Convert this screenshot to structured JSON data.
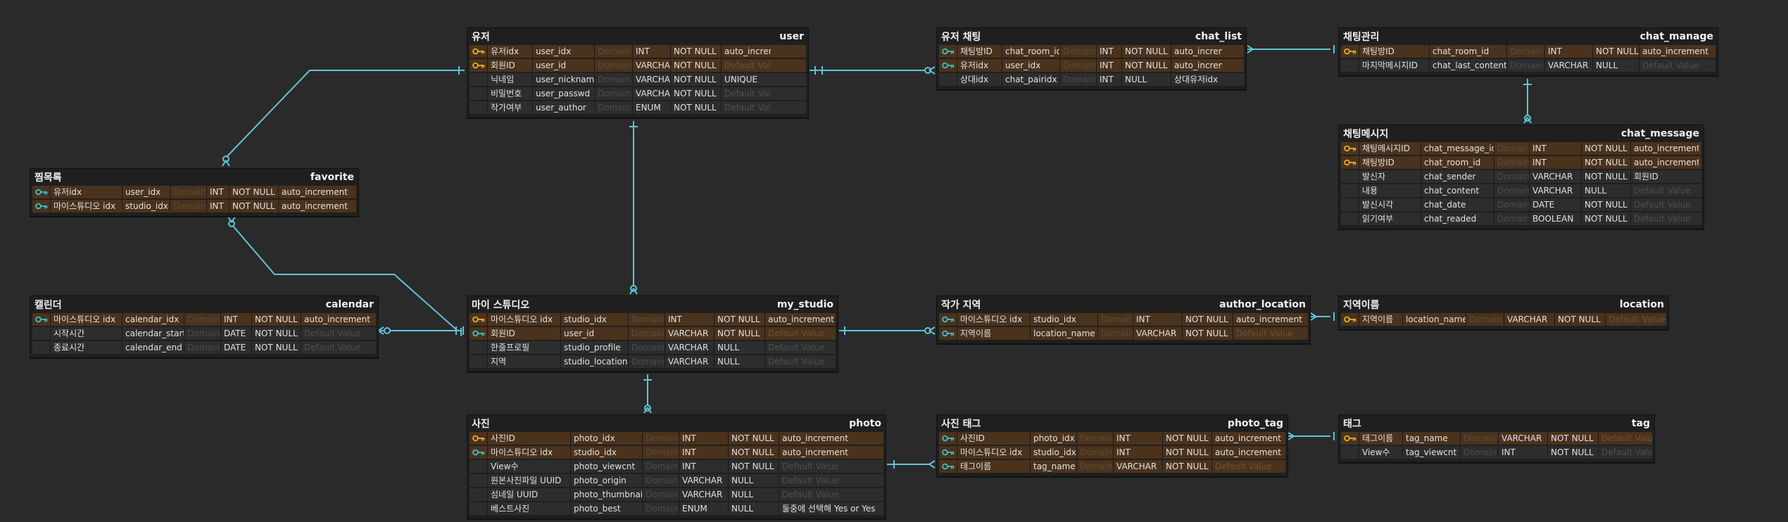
{
  "colors": {
    "background": "#2a2a2a",
    "table_background": "#1f1f1f",
    "key_row": "#4a321d",
    "plain_row": "#2d2d2d",
    "relation_line": "#5fc5d6",
    "primary_key_icon": "#e8b02a",
    "foreign_key_icon": "#3fc1c9"
  },
  "tables": [
    {
      "logical": "유저",
      "physical": "user",
      "columns": [
        {
          "logical": "유저idx",
          "physical": "user_idx",
          "domain": "Domain",
          "type": "INT",
          "nullable": "NOT NULL",
          "default": "auto_increment",
          "key": "pk",
          "icon": "gold-key-icon"
        },
        {
          "logical": "회원ID",
          "physical": "user_id",
          "domain": "Domain",
          "type": "VARCHAR",
          "nullable": "NOT NULL",
          "default": "Default Value",
          "key": "pk",
          "icon": "gold-key-icon"
        },
        {
          "logical": "닉네임",
          "physical": "user_nickname",
          "domain": "Domain",
          "type": "VARCHAR",
          "nullable": "NOT NULL",
          "default": "UNIQUE",
          "key": "",
          "icon": ""
        },
        {
          "logical": "비밀번호",
          "physical": "user_passwd",
          "domain": "Domain",
          "type": "VARCHAR",
          "nullable": "NOT NULL",
          "default": "Default Value",
          "key": "",
          "icon": ""
        },
        {
          "logical": "작가여부",
          "physical": "user_author",
          "domain": "Domain",
          "type": "ENUM",
          "nullable": "NOT NULL",
          "default": "Default Value",
          "key": "",
          "icon": ""
        }
      ]
    },
    {
      "logical": "유저 채팅",
      "physical": "chat_list",
      "columns": [
        {
          "logical": "채팅방ID",
          "physical": "chat_room_id",
          "domain": "Domain",
          "type": "INT",
          "nullable": "NOT NULL",
          "default": "auto_increment",
          "key": "pk",
          "icon": "teal-key-icon"
        },
        {
          "logical": "유저idx",
          "physical": "user_idx",
          "domain": "Domain",
          "type": "INT",
          "nullable": "NOT NULL",
          "default": "auto_increment",
          "key": "pk",
          "icon": "teal-key-icon"
        },
        {
          "logical": "상대idx",
          "physical": "chat_pairidx",
          "domain": "Domain",
          "type": "INT",
          "nullable": "NULL",
          "default": "상대유저idx",
          "key": "",
          "icon": ""
        }
      ]
    },
    {
      "logical": "채팅관리",
      "physical": "chat_manage",
      "columns": [
        {
          "logical": "채팅방ID",
          "physical": "chat_room_id",
          "domain": "Domain",
          "type": "INT",
          "nullable": "NOT NULL",
          "default": "auto_increment",
          "key": "pk",
          "icon": "gold-key-icon"
        },
        {
          "logical": "마지막메시지ID",
          "physical": "chat_last_content",
          "domain": "Domain",
          "type": "VARCHAR",
          "nullable": "NULL",
          "default": "Default Value",
          "key": "",
          "icon": ""
        }
      ]
    },
    {
      "logical": "채팅메시지",
      "physical": "chat_message",
      "columns": [
        {
          "logical": "채팅메시지ID",
          "physical": "chat_message_id",
          "domain": "Domain",
          "type": "INT",
          "nullable": "NOT NULL",
          "default": "auto_increment",
          "key": "pk",
          "icon": "gold-key-icon"
        },
        {
          "logical": "채팅방ID",
          "physical": "chat_room_id",
          "domain": "Domain",
          "type": "INT",
          "nullable": "NOT NULL",
          "default": "auto_increment",
          "key": "pk",
          "icon": "gold-key-icon"
        },
        {
          "logical": "발신자",
          "physical": "chat_sender",
          "domain": "Domain",
          "type": "VARCHAR",
          "nullable": "NOT NULL",
          "default": "회원ID",
          "key": "",
          "icon": ""
        },
        {
          "logical": "내용",
          "physical": "chat_content",
          "domain": "Domain",
          "type": "VARCHAR",
          "nullable": "NULL",
          "default": "Default Value",
          "key": "",
          "icon": ""
        },
        {
          "logical": "발신시각",
          "physical": "chat_date",
          "domain": "Domain",
          "type": "DATE",
          "nullable": "NOT NULL",
          "default": "Default Value",
          "key": "",
          "icon": ""
        },
        {
          "logical": "읽기여부",
          "physical": "chat_readed",
          "domain": "Domain",
          "type": "BOOLEAN",
          "nullable": "NOT NULL",
          "default": "Default Value",
          "key": "",
          "icon": ""
        }
      ]
    },
    {
      "logical": "찜목록",
      "physical": "favorite",
      "columns": [
        {
          "logical": "유저idx",
          "physical": "user_idx",
          "domain": "Domain",
          "type": "INT",
          "nullable": "NOT NULL",
          "default": "auto_increment",
          "key": "pk",
          "icon": "teal-key-icon"
        },
        {
          "logical": "마이스튜디오 idx",
          "physical": "studio_idx",
          "domain": "Domain",
          "type": "INT",
          "nullable": "NOT NULL",
          "default": "auto_increment",
          "key": "pk",
          "icon": "teal-key-icon"
        }
      ]
    },
    {
      "logical": "캘린더",
      "physical": "calendar",
      "columns": [
        {
          "logical": "마이스튜디오 idx",
          "physical": "calendar_idx",
          "domain": "Domain",
          "type": "INT",
          "nullable": "NOT NULL",
          "default": "auto_increment",
          "key": "pk",
          "icon": "teal-key-icon"
        },
        {
          "logical": "시작시간",
          "physical": "calendar_start",
          "domain": "Domain",
          "type": "DATE",
          "nullable": "NOT NULL",
          "default": "Default Value",
          "key": "",
          "icon": ""
        },
        {
          "logical": "종료시간",
          "physical": "calendar_end",
          "domain": "Domain",
          "type": "DATE",
          "nullable": "NOT NULL",
          "default": "Default Value",
          "key": "",
          "icon": ""
        }
      ]
    },
    {
      "logical": "마이 스튜디오",
      "physical": "my_studio",
      "columns": [
        {
          "logical": "마이스튜디오 idx",
          "physical": "studio_idx",
          "domain": "Domain",
          "type": "INT",
          "nullable": "NOT NULL",
          "default": "auto_increment",
          "key": "pk",
          "icon": "gold-key-icon"
        },
        {
          "logical": "회원ID",
          "physical": "user_id",
          "domain": "Domain",
          "type": "VARCHAR",
          "nullable": "NOT NULL",
          "default": "Default Value",
          "key": "pk",
          "icon": "teal-key-icon"
        },
        {
          "logical": "한줄프로필",
          "physical": "studio_profile",
          "domain": "Domain",
          "type": "VARCHAR",
          "nullable": "NULL",
          "default": "Default Value",
          "key": "",
          "icon": ""
        },
        {
          "logical": "지역",
          "physical": "studio_location",
          "domain": "Domain",
          "type": "VARCHAR",
          "nullable": "NULL",
          "default": "Default Value",
          "key": "",
          "icon": ""
        }
      ]
    },
    {
      "logical": "작가 지역",
      "physical": "author_location",
      "columns": [
        {
          "logical": "마이스튜디오 idx",
          "physical": "studio_idx",
          "domain": "Domain",
          "type": "INT",
          "nullable": "NOT NULL",
          "default": "auto_increment",
          "key": "pk",
          "icon": "teal-key-icon"
        },
        {
          "logical": "지역이름",
          "physical": "location_name",
          "domain": "Domain",
          "type": "VARCHAR",
          "nullable": "NOT NULL",
          "default": "Default Value",
          "key": "pk",
          "icon": "teal-key-icon"
        }
      ]
    },
    {
      "logical": "지역이름",
      "physical": "location",
      "columns": [
        {
          "logical": "지역이름",
          "physical": "location_name",
          "domain": "Domain",
          "type": "VARCHAR",
          "nullable": "NOT NULL",
          "default": "Default Value",
          "key": "pk",
          "icon": "gold-key-icon"
        }
      ]
    },
    {
      "logical": "사진",
      "physical": "photo",
      "columns": [
        {
          "logical": "사진ID",
          "physical": "photo_idx",
          "domain": "Domain",
          "type": "INT",
          "nullable": "NOT NULL",
          "default": "auto_increment",
          "key": "pk",
          "icon": "gold-key-icon"
        },
        {
          "logical": "마이스튜디오 idx",
          "physical": "studio_idx",
          "domain": "Domain",
          "type": "INT",
          "nullable": "NOT NULL",
          "default": "auto_increment",
          "key": "pk",
          "icon": "teal-key-icon"
        },
        {
          "logical": "View수",
          "physical": "photo_viewcnt",
          "domain": "Domain",
          "type": "INT",
          "nullable": "NOT NULL",
          "default": "Default Value",
          "key": "",
          "icon": ""
        },
        {
          "logical": "원본사진파일 UUID",
          "physical": "photo_origin",
          "domain": "Domain",
          "type": "VARCHAR",
          "nullable": "NULL",
          "default": "Default Value",
          "key": "",
          "icon": ""
        },
        {
          "logical": "섬네일 UUID",
          "physical": "photo_thumbnail",
          "domain": "Domain",
          "type": "VARCHAR",
          "nullable": "NULL",
          "default": "Default Value",
          "key": "",
          "icon": ""
        },
        {
          "logical": "베스트사진",
          "physical": "photo_best",
          "domain": "Domain",
          "type": "ENUM",
          "nullable": "NULL",
          "default": "둘중에 선택해 Yes or Yes",
          "key": "",
          "icon": ""
        }
      ]
    },
    {
      "logical": "사진 태그",
      "physical": "photo_tag",
      "columns": [
        {
          "logical": "사진ID",
          "physical": "photo_idx",
          "domain": "Domain",
          "type": "INT",
          "nullable": "NOT NULL",
          "default": "auto_increment",
          "key": "pk",
          "icon": "teal-key-icon"
        },
        {
          "logical": "마이스튜디오 idx",
          "physical": "studio_idx",
          "domain": "Domain",
          "type": "INT",
          "nullable": "NOT NULL",
          "default": "auto_increment",
          "key": "pk",
          "icon": "teal-key-icon"
        },
        {
          "logical": "태그이름",
          "physical": "tag_name",
          "domain": "Domain",
          "type": "VARCHAR",
          "nullable": "NOT NULL",
          "default": "Default Value",
          "key": "pk",
          "icon": "teal-key-icon"
        }
      ]
    },
    {
      "logical": "태그",
      "physical": "tag",
      "columns": [
        {
          "logical": "태그이름",
          "physical": "tag_name",
          "domain": "Domain",
          "type": "VARCHAR",
          "nullable": "NOT NULL",
          "default": "Default Value",
          "key": "pk",
          "icon": "gold-key-icon"
        },
        {
          "logical": "View수",
          "physical": "tag_viewcnt",
          "domain": "Domain",
          "type": "INT",
          "nullable": "NOT NULL",
          "default": "Default Value",
          "key": "",
          "icon": ""
        }
      ]
    }
  ]
}
